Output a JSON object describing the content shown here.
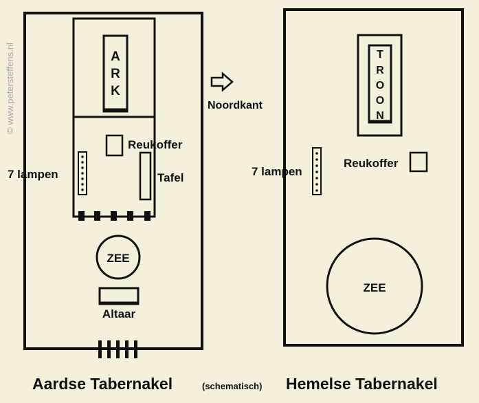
{
  "watermark": "© www.petersteffens.nl",
  "direction": {
    "label": "Noordkant"
  },
  "caption": {
    "left": "Aardse Tabernakel",
    "middle": "(schematisch)",
    "right": "Hemelse Tabernakel"
  },
  "earthly": {
    "ark_letters": [
      "A",
      "R",
      "K"
    ],
    "lamps_label": "7 lampen",
    "incense_label": "Reukoffer",
    "table_label": "Tafel",
    "sea_label": "ZEE",
    "altar_label": "Altaar"
  },
  "heavenly": {
    "throne_letters": [
      "T",
      "R",
      "O",
      "O",
      "N"
    ],
    "lamps_label": "7 lampen",
    "incense_label": "Reukoffer",
    "sea_label": "ZEE"
  },
  "colors": {
    "background": "#f5f0dc",
    "stroke": "#111111",
    "watermark": "#a8a8a8"
  }
}
